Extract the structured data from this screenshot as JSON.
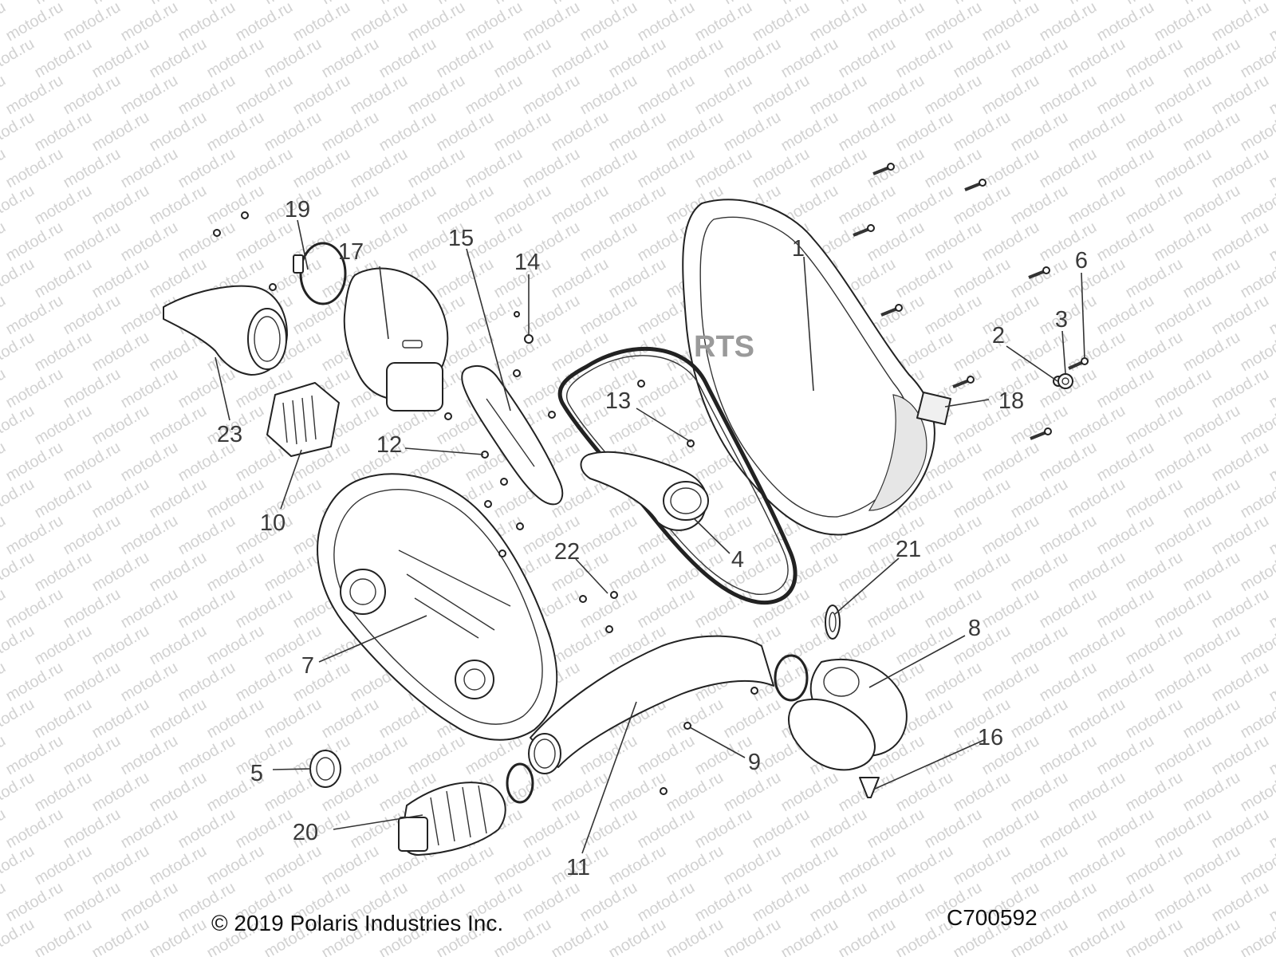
{
  "watermark": "motod.ru",
  "copyright": "© 2019 Polaris Industries Inc.",
  "diagram_code": "C700592",
  "callouts": {
    "c1": "1",
    "c2": "2",
    "c3": "3",
    "c4": "4",
    "c5": "5",
    "c6": "6",
    "c7": "7",
    "c8": "8",
    "c9": "9",
    "c10": "10",
    "c11": "11",
    "c12": "12",
    "c13": "13",
    "c14": "14",
    "c15": "15",
    "c16": "16",
    "c17": "17",
    "c18": "18",
    "c19": "19",
    "c20": "20",
    "c21": "21",
    "c22": "22",
    "c23": "23"
  }
}
